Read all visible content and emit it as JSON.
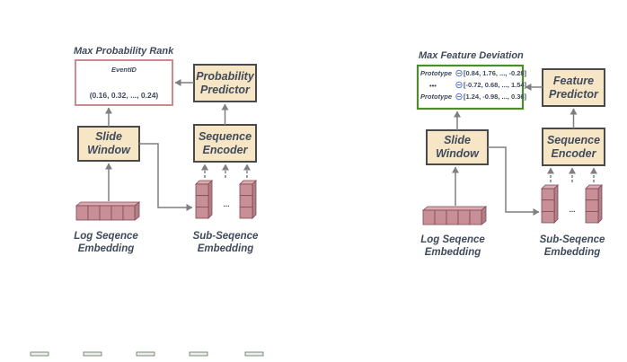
{
  "left_panel": {
    "output_title": "Max Probability Rank",
    "output_box": {
      "event_label": "EventID",
      "vector": "(0.16, 0.32, ..., 0.24)"
    },
    "predictor_line1": "Probability",
    "predictor_line2": "Predictor",
    "encoder_line1": "Sequence",
    "encoder_line2": "Encoder",
    "window_line1": "Slide",
    "window_line2": "Window",
    "log_label_line1": "Log Seqence",
    "log_label_line2": "Embedding",
    "sub_label_line1": "Sub-Seqence",
    "sub_label_line2": "Embedding",
    "ellipsis": "..."
  },
  "right_panel": {
    "output_title": "Max Feature Deviation",
    "prototype_rows": [
      {
        "label": "Prototype",
        "vector": "[0.84, 1.76, ..., -0.28]"
      },
      {
        "label": "•••",
        "vector": "[-0.72, 0.68, ..., 1.54]"
      },
      {
        "label": "Prototype",
        "vector": "[1.24, -0.98, ..., 0.36]"
      }
    ],
    "predictor_line1": "Feature",
    "predictor_line2": "Predictor",
    "encoder_line1": "Sequence",
    "encoder_line2": "Encoder",
    "window_line1": "Slide",
    "window_line2": "Window",
    "log_label_line1": "Log Seqence",
    "log_label_line2": "Embedding",
    "sub_label_line1": "Sub-Seqence",
    "sub_label_line2": "Embedding",
    "ellipsis": "..."
  },
  "colors": {
    "box_fill": "#f6e6c6",
    "box_stroke": "#4a4a4a",
    "cell_fill": "#c98f98",
    "cell_stroke": "#7d4a52",
    "output_stroke_left": "#d08a8f",
    "output_stroke_right": "#4f8a2e",
    "arrow": "#7f7f7f",
    "text": "#3f4a5a",
    "prototype_symbol": "#5a7bd6"
  }
}
